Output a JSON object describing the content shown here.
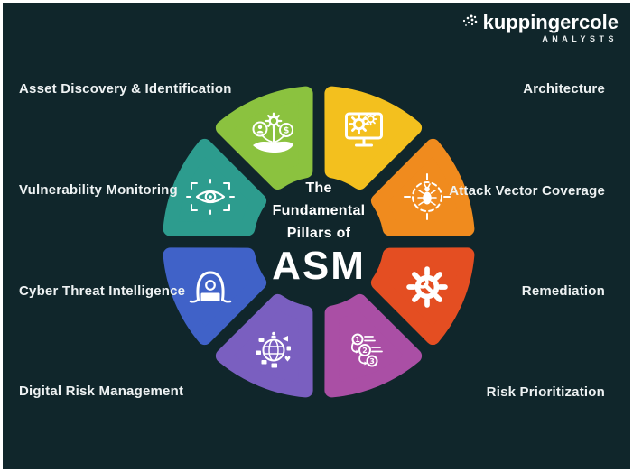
{
  "theme": {
    "background": "#10262b",
    "frame": "#ffffff",
    "label_text": "#eef2f3",
    "icon_color": "#ffffff"
  },
  "logo": {
    "brand": "kuppingercole",
    "sub": "ANALYSTS"
  },
  "center": {
    "line1": "The",
    "line2": "Fundamental",
    "line3": "Pillars of",
    "acronym": "ASM"
  },
  "icons": {
    "dollar": "$",
    "steps": [
      "1",
      "2",
      "3"
    ],
    "heart": "♥"
  },
  "segments": [
    {
      "id": "asset-discovery",
      "label": "Asset Discovery & Identification",
      "color": "#8bc23f",
      "angle": 112.5,
      "icon": "hand-with-user-gear-dollar-icon"
    },
    {
      "id": "vulnerability",
      "label": "Vulnerability Monitoring",
      "color": "#2d9c8e",
      "angle": 157.5,
      "icon": "eye-scan-icon"
    },
    {
      "id": "cyber-threat",
      "label": "Cyber Threat Intelligence",
      "color": "#4062c8",
      "angle": 202.5,
      "icon": "hooded-hacker-laptop-icon"
    },
    {
      "id": "digital-risk",
      "label": "Digital Risk Management",
      "color": "#7a5fc0",
      "angle": 247.5,
      "icon": "globe-social-media-icon"
    },
    {
      "id": "architecture",
      "label": "Architecture",
      "color": "#f3c01e",
      "angle": 67.5,
      "icon": "monitor-gears-icon"
    },
    {
      "id": "attack-vector",
      "label": "Attack Vector Coverage",
      "color": "#f08b1e",
      "angle": 22.5,
      "icon": "bug-target-icon"
    },
    {
      "id": "remediation",
      "label": "Remediation",
      "color": "#e44e22",
      "angle": -22.5,
      "icon": "gear-wrench-icon"
    },
    {
      "id": "risk-prioritization",
      "label": "Risk Prioritization",
      "color": "#aa4fa5",
      "angle": -67.5,
      "icon": "numbered-steps-icon"
    }
  ]
}
